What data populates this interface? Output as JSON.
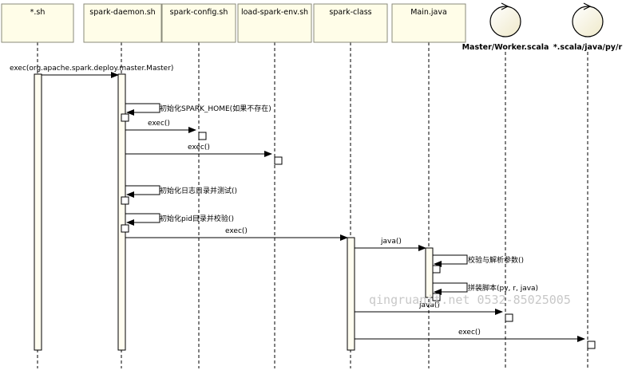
{
  "participants": [
    {
      "id": "sh",
      "label": "*.sh",
      "kind": "box"
    },
    {
      "id": "daemon",
      "label": "spark-daemon.sh",
      "kind": "box"
    },
    {
      "id": "config",
      "label": "spark-config.sh",
      "kind": "box"
    },
    {
      "id": "loadenv",
      "label": "load-spark-env.sh",
      "kind": "box"
    },
    {
      "id": "class",
      "label": "spark-class",
      "kind": "box"
    },
    {
      "id": "main",
      "label": "Main.java",
      "kind": "box"
    },
    {
      "id": "master",
      "label": "Master/Worker.scala",
      "kind": "control"
    },
    {
      "id": "other",
      "label": "*.scala/java/py/r",
      "kind": "control"
    }
  ],
  "messages": [
    {
      "from": "sh",
      "to": "daemon",
      "label": "exec(org.apache.spark.deploy.master.Master)",
      "type": "call"
    },
    {
      "from": "daemon",
      "to": "daemon",
      "label": "初始化SPARK_HOME(如果不存在)",
      "type": "self"
    },
    {
      "from": "daemon",
      "to": "config",
      "label": "exec()",
      "type": "call"
    },
    {
      "from": "daemon",
      "to": "loadenv",
      "label": "exec()",
      "type": "call"
    },
    {
      "from": "daemon",
      "to": "daemon",
      "label": "初始化日志目录并测试()",
      "type": "self"
    },
    {
      "from": "daemon",
      "to": "daemon",
      "label": "初始化pid目录并校验()",
      "type": "self"
    },
    {
      "from": "daemon",
      "to": "class",
      "label": "exec()",
      "type": "call"
    },
    {
      "from": "class",
      "to": "main",
      "label": "java()",
      "type": "call"
    },
    {
      "from": "main",
      "to": "main",
      "label": "校验与解析参数()",
      "type": "self"
    },
    {
      "from": "main",
      "to": "main",
      "label": "拼装脚本(py, r, java)",
      "type": "self"
    },
    {
      "from": "class",
      "to": "master",
      "label": "java()",
      "type": "call"
    },
    {
      "from": "class",
      "to": "other",
      "label": "exec()",
      "type": "call"
    }
  ],
  "watermark": "qingruanit.net 0532-85025005",
  "colors": {
    "box_fill": "#fffde8",
    "box_stroke": "#8a8a7a",
    "activation_fill": "#fffdf0",
    "line": "#000000"
  }
}
